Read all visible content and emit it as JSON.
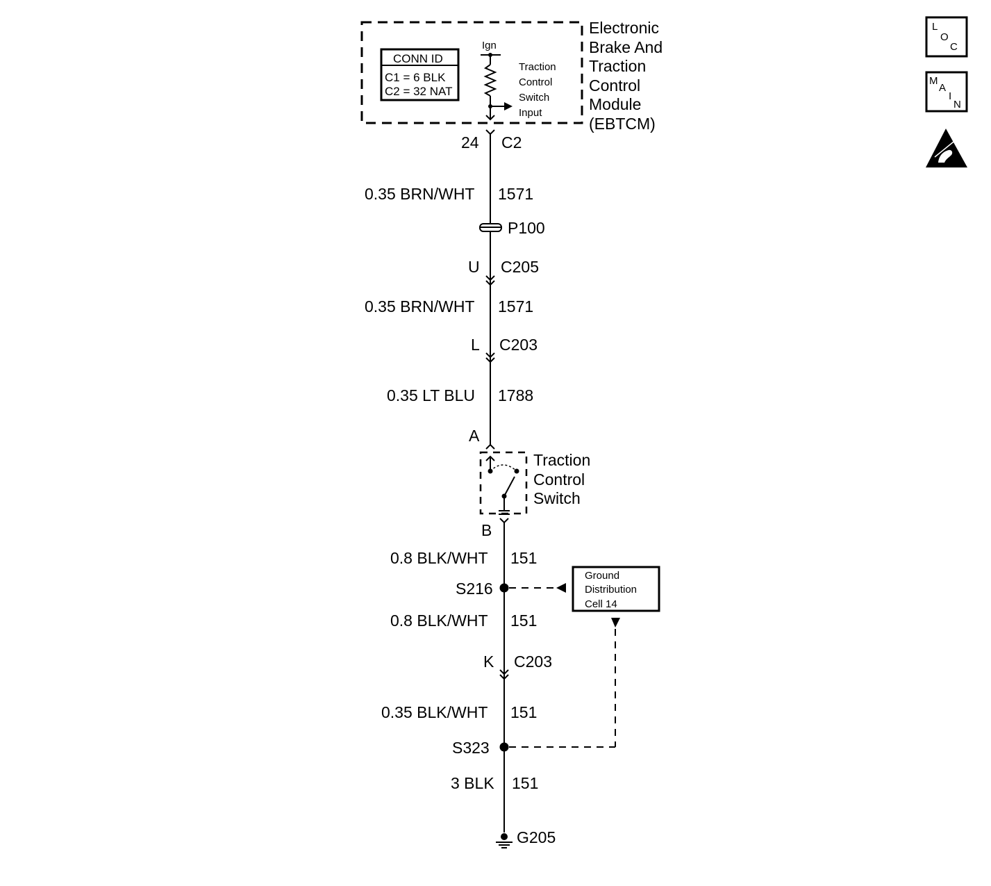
{
  "module": {
    "name_lines": [
      "Electronic",
      "Brake And",
      "Traction",
      "Control",
      "Module",
      "(EBTCM)"
    ],
    "conn_id_title": "CONN ID",
    "conn_id_lines": [
      "C1 = 6 BLK",
      "C2 = 32 NAT"
    ],
    "ign_label": "Ign",
    "input_lines": [
      "Traction",
      "Control",
      "Switch",
      "Input"
    ]
  },
  "connectors": {
    "c2_pin": "24",
    "c2_name": "C2",
    "c205_pin": "U",
    "c205_name": "C205",
    "c203a_pin": "L",
    "c203a_name": "C203",
    "switch_top_pin": "A",
    "switch_bottom_pin": "B",
    "c203b_pin": "K",
    "c203b_name": "C203"
  },
  "wires": {
    "w1_desc": "0.35 BRN/WHT",
    "w1_circuit": "1571",
    "w2_desc": "0.35 BRN/WHT",
    "w2_circuit": "1571",
    "w3_desc": "0.35 LT BLU",
    "w3_circuit": "1788",
    "w4_desc": "0.8 BLK/WHT",
    "w4_circuit": "151",
    "w5_desc": "0.8 BLK/WHT",
    "w5_circuit": "151",
    "w6_desc": "0.35 BLK/WHT",
    "w6_circuit": "151",
    "w7_desc": "3 BLK",
    "w7_circuit": "151"
  },
  "passthrough": {
    "name": "P100"
  },
  "switch": {
    "name_lines": [
      "Traction",
      "Control",
      "Switch"
    ]
  },
  "splices": {
    "s216": "S216",
    "s323": "S323"
  },
  "ground_ref": {
    "lines": [
      "Ground",
      "Distribution",
      "Cell 14"
    ]
  },
  "ground": {
    "name": "G205"
  },
  "side_icons": {
    "loc": [
      "L",
      "O",
      "C"
    ],
    "main": [
      "M",
      "A",
      "I",
      "N"
    ],
    "esd_icon": "esd-warning-icon"
  }
}
